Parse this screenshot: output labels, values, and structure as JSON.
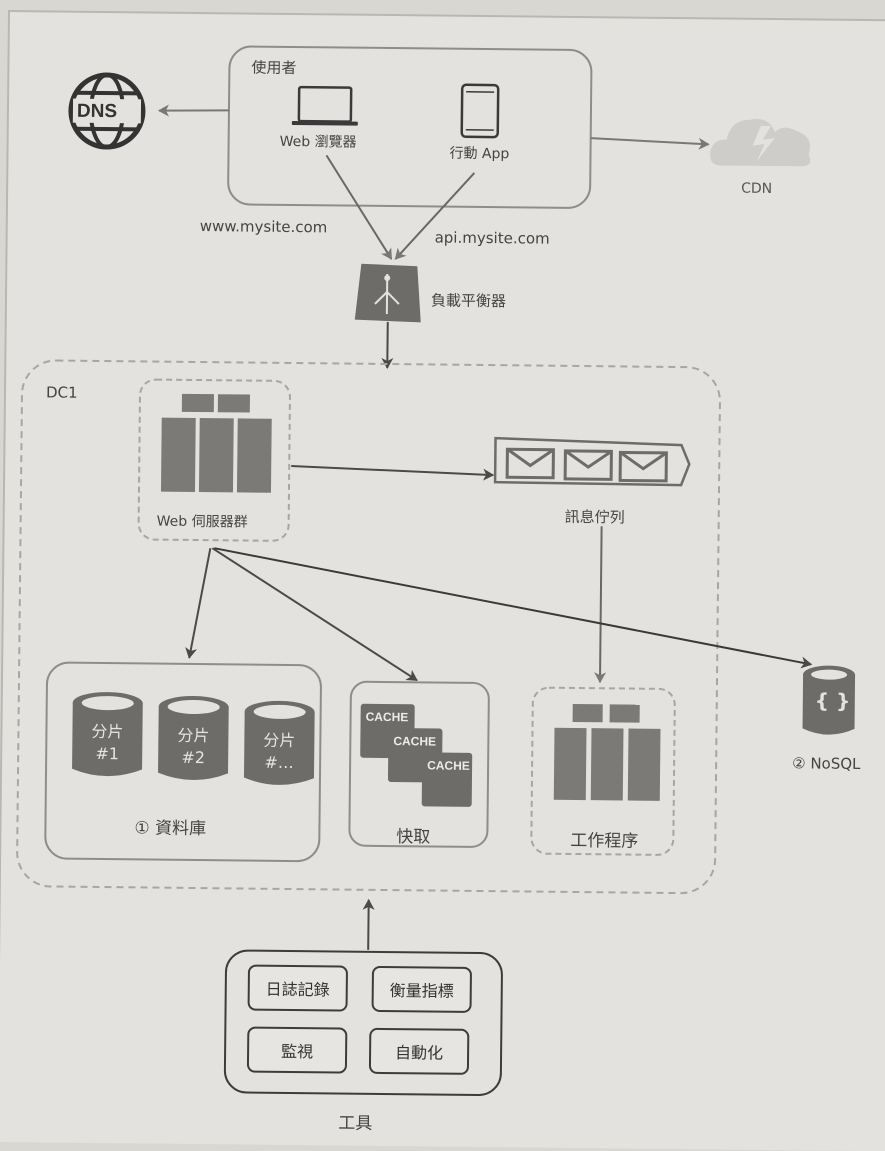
{
  "diagram": {
    "users": {
      "title": "使用者",
      "web_browser": "Web 瀏覽器",
      "mobile_app": "行動 App"
    },
    "dns": {
      "label": "DNS"
    },
    "cdn": {
      "label": "CDN"
    },
    "domains": {
      "www": "www.mysite.com",
      "api": "api.mysite.com"
    },
    "load_balancer": {
      "label": "負載平衡器"
    },
    "dc1": {
      "label": "DC1",
      "web_servers": "Web 伺服器群",
      "message_queue": "訊息佇列",
      "database": {
        "label": "① 資料庫",
        "shards": [
          {
            "name": "分片",
            "id": "#1"
          },
          {
            "name": "分片",
            "id": "#2"
          },
          {
            "name": "分片",
            "id": "#…"
          }
        ]
      },
      "cache": {
        "label": "快取",
        "items": [
          "CACHE",
          "CACHE",
          "CACHE"
        ]
      },
      "workers": "工作程序"
    },
    "nosql": {
      "label": "② NoSQL",
      "glyph": "{ }"
    },
    "tools": {
      "label": "工具",
      "items": [
        "日誌記錄",
        "衡量指標",
        "監視",
        "自動化"
      ]
    }
  },
  "colors": {
    "paper": "#e4e2de",
    "icon_fill": "#6e6c69",
    "line": "#4a4a4a",
    "dashed": "#a8a6a2"
  }
}
